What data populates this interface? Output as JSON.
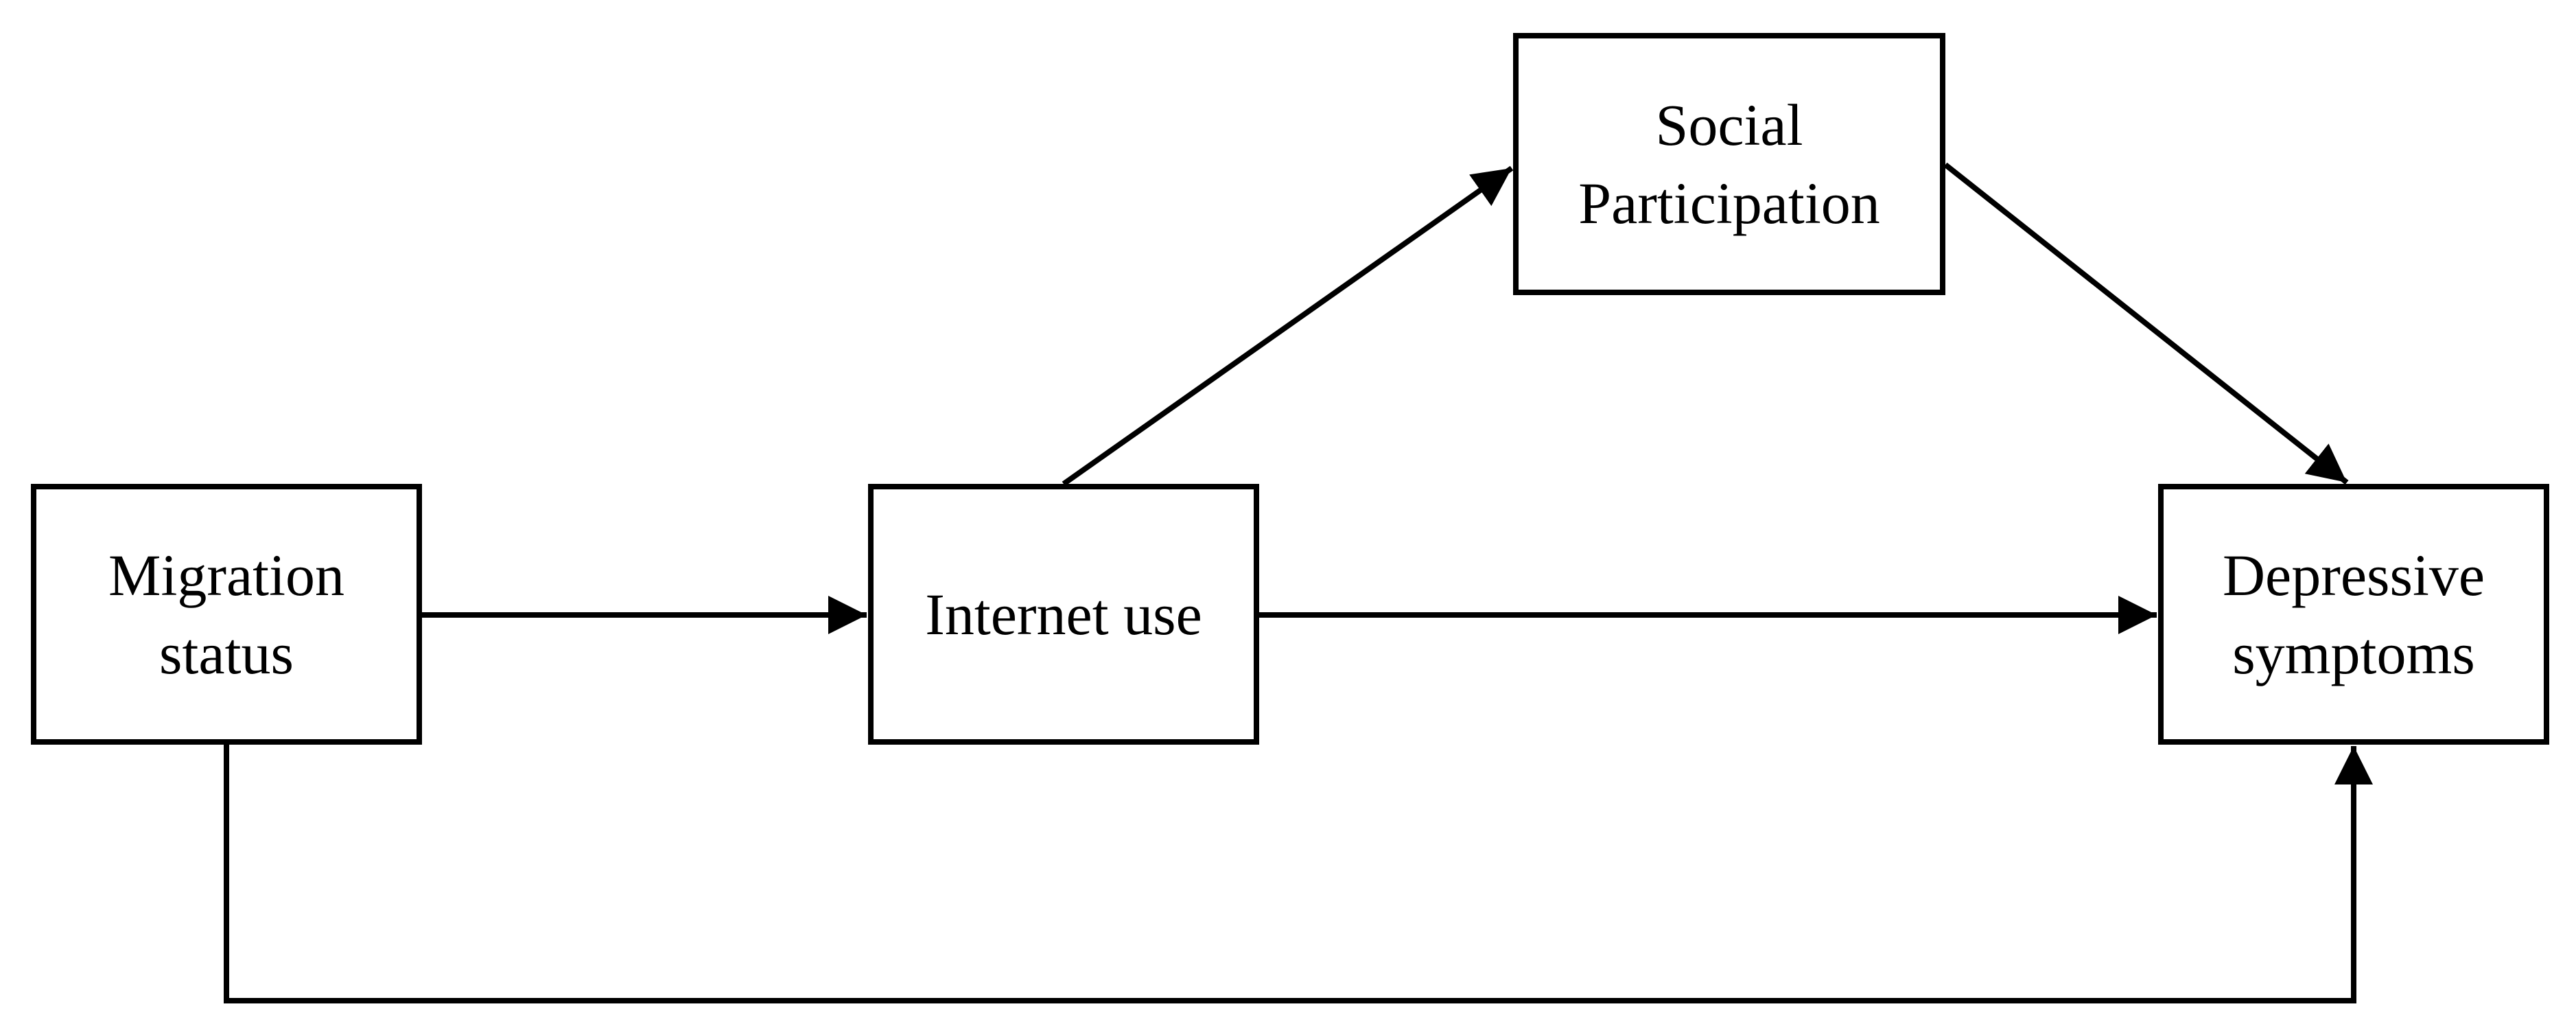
{
  "diagram": {
    "nodes": {
      "migration_status": {
        "line1": "Migration",
        "line2": "status"
      },
      "internet_use": {
        "line1": "Internet use"
      },
      "social_participation": {
        "line1": "Social",
        "line2": "Participation"
      },
      "depressive_symptoms": {
        "line1": "Depressive",
        "line2": "symptoms"
      }
    },
    "edges": [
      {
        "from": "Migration status",
        "to": "Internet use"
      },
      {
        "from": "Internet use",
        "to": "Social Participation"
      },
      {
        "from": "Social Participation",
        "to": "Depressive symptoms"
      },
      {
        "from": "Internet use",
        "to": "Depressive symptoms"
      },
      {
        "from": "Migration status",
        "to": "Depressive symptoms"
      }
    ],
    "colors": {
      "stroke": "#000000",
      "background": "#ffffff"
    }
  }
}
